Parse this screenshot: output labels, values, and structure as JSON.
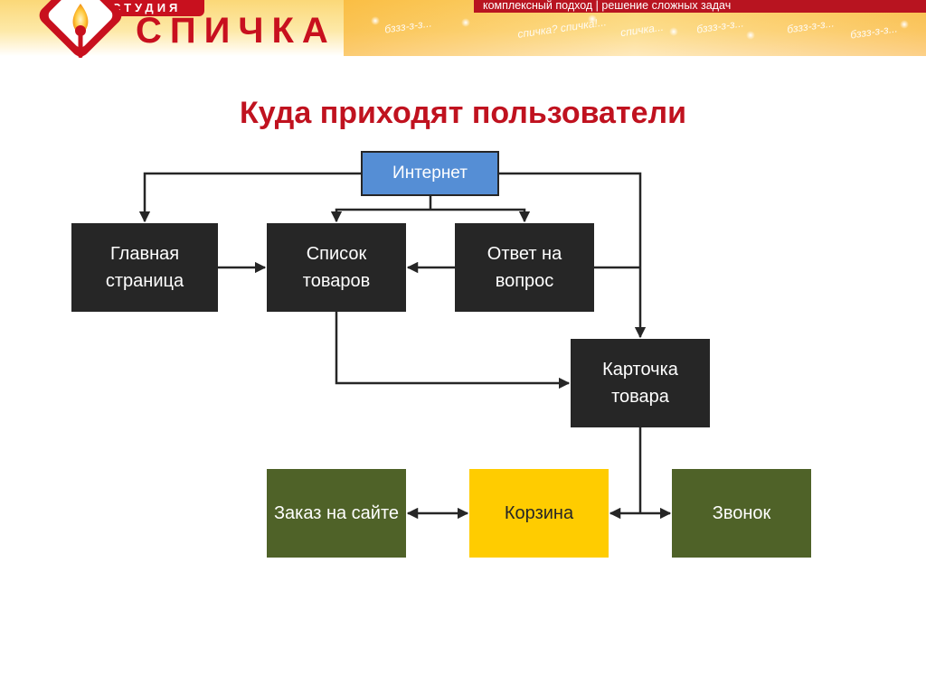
{
  "header": {
    "studio": "СТУДИЯ",
    "brand": "СПИЧКА",
    "slogan": "комплексный подход | решение сложных задач",
    "scribbles": [
      "бззз-з-з...",
      "спичка? спичка!...",
      "спичка...",
      "бззз-з-з...",
      "бззз-з-з...",
      "бззз-з-з..."
    ]
  },
  "title": "Куда приходят пользователи",
  "nodes": {
    "internet": "Интернет",
    "home": "Главная страница",
    "catalog": "Список товаров",
    "answer": "Ответ на вопрос",
    "card": "Карточка товара",
    "order": "Заказ на сайте",
    "cart": "Корзина",
    "call": "Звонок"
  },
  "colors": {
    "brand_red": "#c8101e",
    "internet_node": "#558ed5",
    "dark_node": "#262626",
    "green_node": "#4f6228",
    "cart_node": "#ffcc00",
    "connector": "#262626"
  },
  "edges": [
    {
      "from": "internet",
      "to": "home"
    },
    {
      "from": "internet",
      "to": "catalog"
    },
    {
      "from": "internet",
      "to": "answer"
    },
    {
      "from": "internet",
      "to": "card"
    },
    {
      "from": "home",
      "to": "catalog"
    },
    {
      "from": "answer",
      "to": "catalog"
    },
    {
      "from": "catalog",
      "to": "card"
    },
    {
      "from": "card",
      "to": "cart"
    },
    {
      "from": "card",
      "to": "call"
    },
    {
      "from": "cart",
      "to": "order",
      "bidirectional": true
    }
  ]
}
